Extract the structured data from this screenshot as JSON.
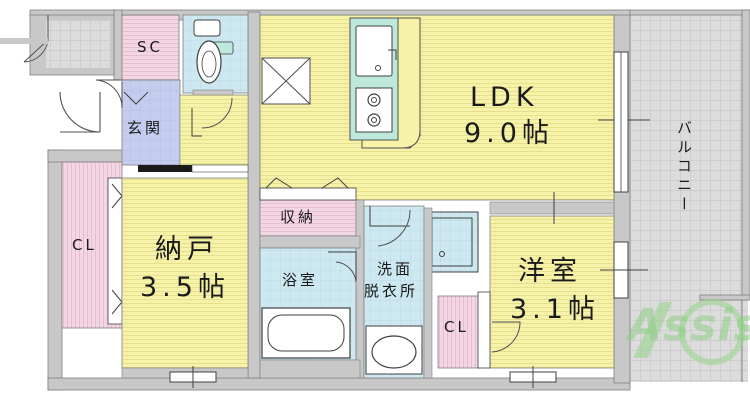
{
  "rooms": {
    "ldk": {
      "name": "LDK",
      "size": "9.0帖"
    },
    "nando": {
      "name": "納戸",
      "size": "3.5帖"
    },
    "yoshitsu": {
      "name": "洋室",
      "size": "3.1帖"
    },
    "genkan": {
      "name": "玄関"
    },
    "sc": {
      "name": "SC"
    },
    "shuno": {
      "name": "収納"
    },
    "yokushitsu": {
      "name": "浴室"
    },
    "senmen_1": "洗面",
    "senmen_2": "脱衣所",
    "cl_left": "CL",
    "cl_right": "CL",
    "balcony": "バルコニー"
  },
  "logo": {
    "text": "Assist"
  },
  "colors": {
    "wall": "#c8c8c8",
    "wall_dark": "#808080",
    "wood_floor": "#f6f3a9",
    "tile_blue": "#c8e6ef",
    "genkan_blue": "#c5cdef",
    "storage_pink": "#f3d5e3",
    "balcony_grid": "#d9d9d9",
    "fixture_green": "#bfe8dc"
  }
}
